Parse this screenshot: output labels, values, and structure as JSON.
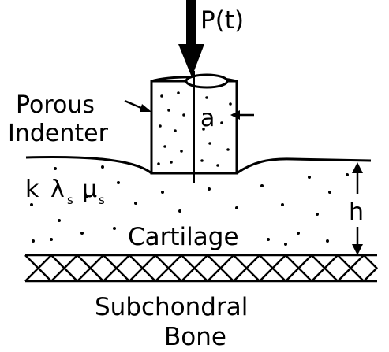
{
  "labels": {
    "load": "P(t)",
    "indenter_line1": "Porous",
    "indenter_line2": "Indenter",
    "radius": "a",
    "permeability": "k",
    "lambda": "λ",
    "mu": "μ",
    "subscript": "s",
    "thickness": "h",
    "cartilage": "Cartilage",
    "bone_line1": "Subchondral",
    "bone_line2": "Bone"
  }
}
